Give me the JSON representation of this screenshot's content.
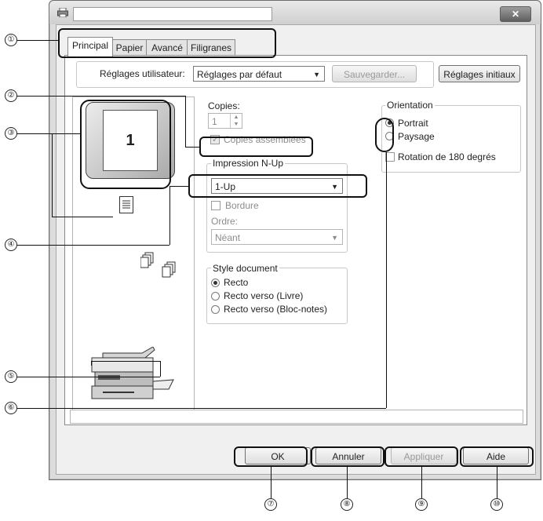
{
  "tabs": [
    {
      "label": "Principal"
    },
    {
      "label": "Papier"
    },
    {
      "label": "Avancé"
    },
    {
      "label": "Filigranes"
    }
  ],
  "user_settings": {
    "label": "Réglages utilisateur:",
    "value": "Réglages par défaut",
    "save_label": "Sauvegarder...",
    "reset_label": "Réglages initiaux"
  },
  "preview": {
    "page_number": "1"
  },
  "copies": {
    "label": "Copies:",
    "value": "1",
    "collate_label": "Copies assemblées"
  },
  "nup": {
    "title": "Impression N-Up",
    "value": "1-Up",
    "border_label": "Bordure",
    "order_label": "Ordre:",
    "order_value": "Néant"
  },
  "orientation": {
    "title": "Orientation",
    "portrait": "Portrait",
    "landscape": "Paysage",
    "rotate_label": "Rotation de 180 degrés"
  },
  "doc_style": {
    "title": "Style document",
    "options": [
      "Recto",
      "Recto verso (Livre)",
      "Recto verso (Bloc-notes)"
    ]
  },
  "buttons": {
    "ok": "OK",
    "cancel": "Annuler",
    "apply": "Appliquer",
    "help": "Aide"
  },
  "window": {
    "close_label": "✕"
  },
  "callouts": [
    "①",
    "②",
    "③",
    "④",
    "⑤",
    "⑥",
    "⑦",
    "⑧",
    "⑨",
    "⑩"
  ]
}
